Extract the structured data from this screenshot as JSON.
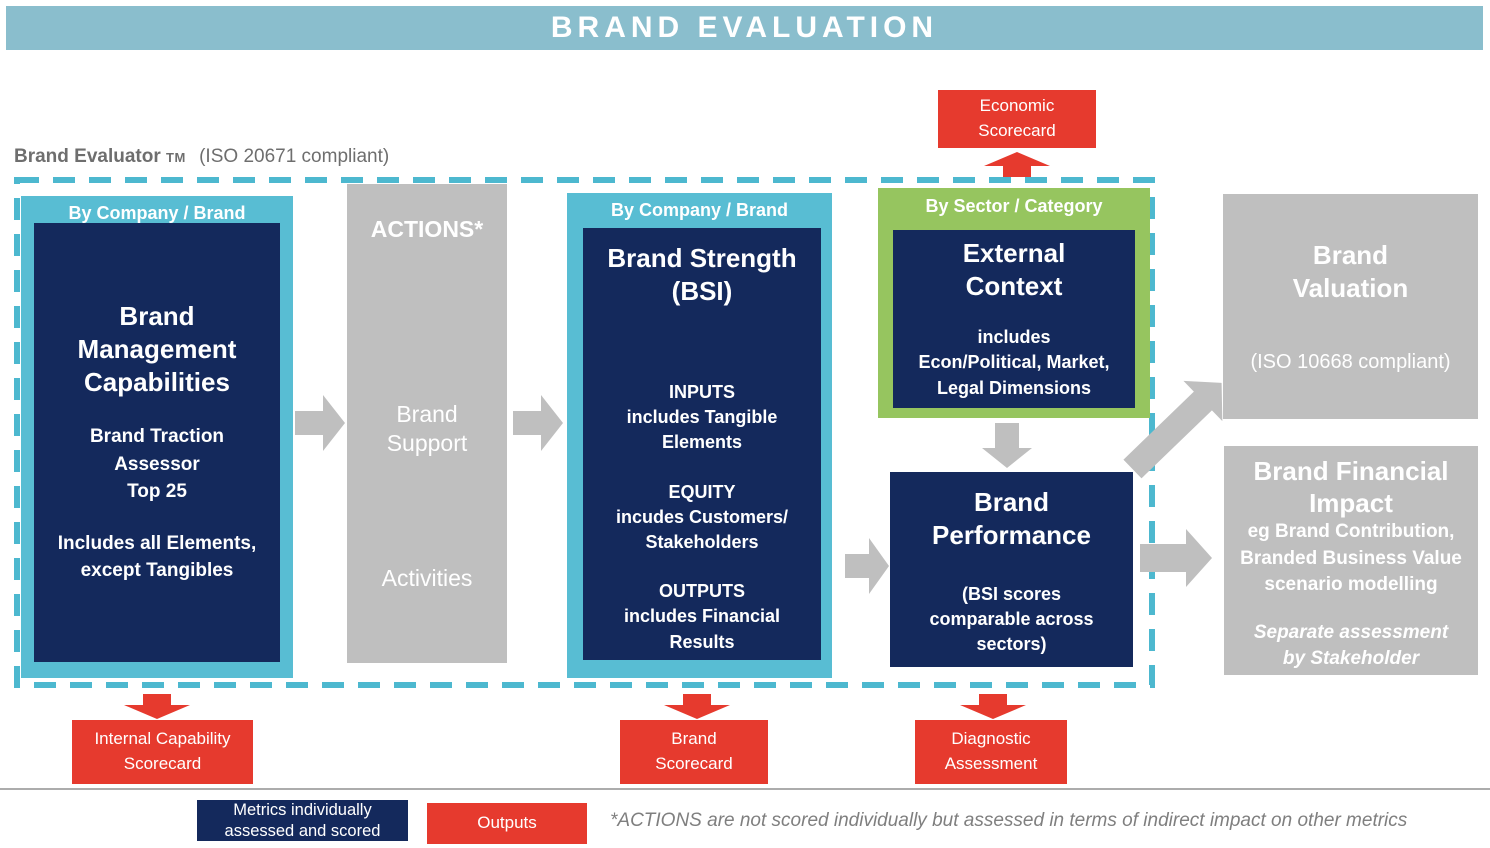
{
  "banner_title": "BRAND EVALUATION",
  "evaluator": {
    "name": "Brand Evaluator",
    "tm": "TM",
    "compliance": "(ISO 20671 compliant)"
  },
  "capabilities": {
    "header": "By Company / Brand",
    "title": "Brand\nManagement\nCapabilities",
    "subtitle": "Brand Traction\nAssessor\nTop 25",
    "note": "Includes all Elements,\nexcept Tangibles"
  },
  "actions": {
    "title": "ACTIONS*",
    "middle": "Brand\nSupport",
    "bottom": "Activities"
  },
  "strength": {
    "header": "By Company / Brand",
    "title": "Brand Strength\n(BSI)",
    "groups": [
      "INPUTS\nincludes Tangible\nElements",
      "EQUITY\nincudes Customers/\nStakeholders",
      "OUTPUTS\nincludes Financial\nResults"
    ]
  },
  "external": {
    "header": "By Sector / Category",
    "title": "External\nContext",
    "subtitle": "includes\nEcon/Political, Market,\nLegal Dimensions"
  },
  "performance": {
    "title": "Brand\nPerformance",
    "subtitle": "(BSI scores\ncomparable across\nsectors)"
  },
  "valuation": {
    "title": "Brand\nValuation",
    "subtitle": "(ISO 10668 compliant)"
  },
  "financial": {
    "title": "Brand Financial\nImpact",
    "subtitle": "eg Brand Contribution,\nBranded Business Value\nscenario modelling",
    "note": "Separate assessment\nby Stakeholder"
  },
  "scorecards": {
    "economic": "Economic\nScorecard",
    "internal": "Internal Capability\nScorecard",
    "brand": "Brand\nScorecard",
    "diagnostic": "Diagnostic\nAssessment"
  },
  "legend": {
    "metrics": "Metrics individually\nassessed and scored",
    "outputs": "Outputs"
  },
  "footnote": "*ACTIONS are not scored individually but assessed in terms of indirect impact on other metrics",
  "colors": {
    "banner": "#8ABECD",
    "teal": "#58BDD3",
    "navy": "#14295C",
    "green": "#96C55F",
    "red": "#E63A2E",
    "gray": "#BFBFBF",
    "dash": "#4DB8CF"
  }
}
